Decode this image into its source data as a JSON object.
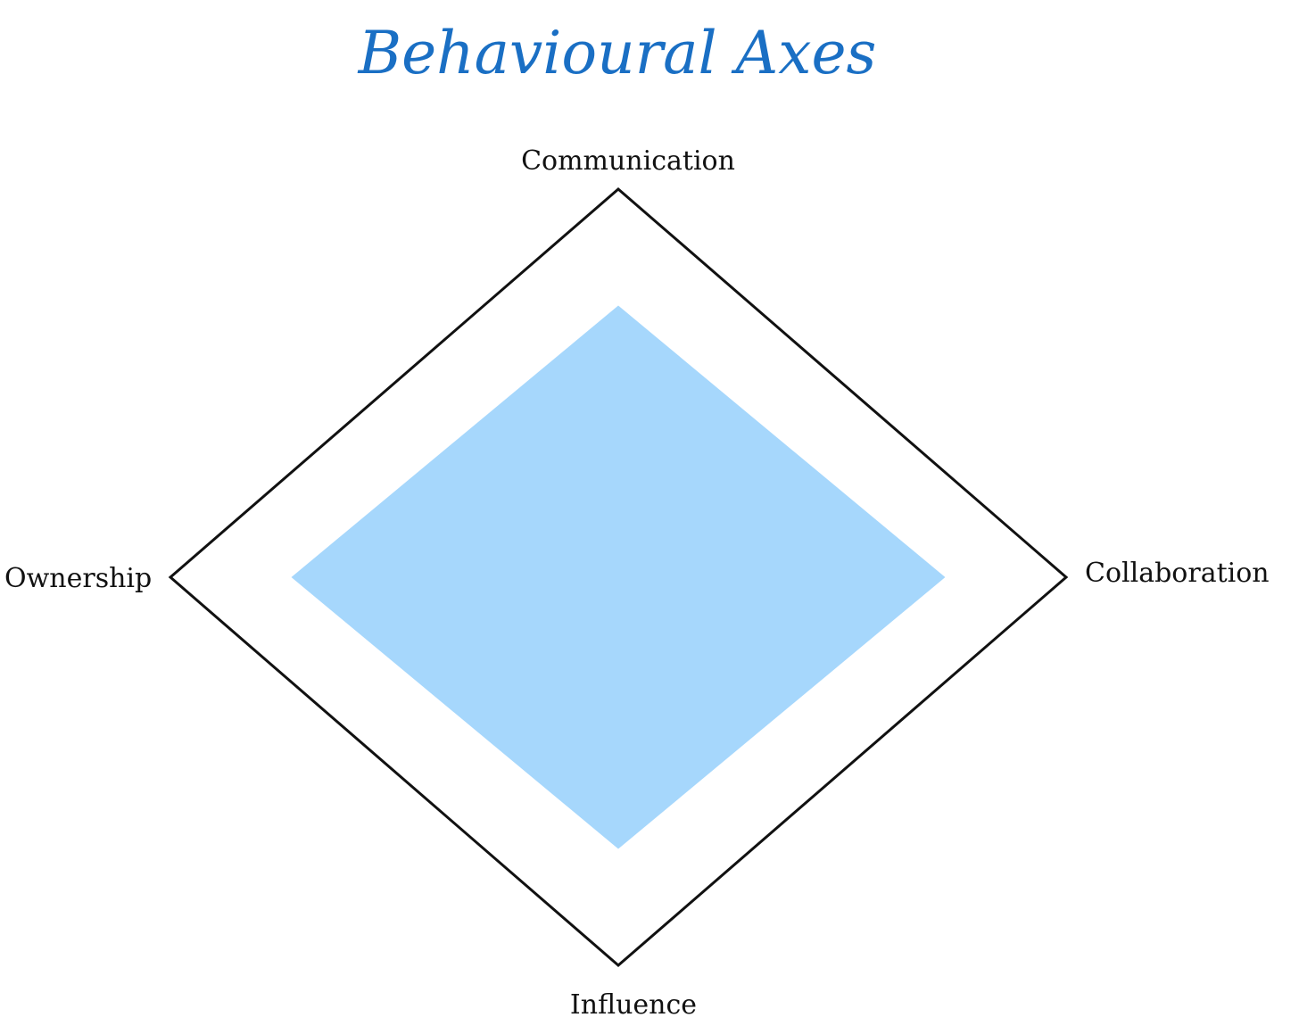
{
  "chart_data": {
    "type": "radar",
    "title": "Behavioural Axes",
    "axes": [
      "Communication",
      "Collaboration",
      "Influence",
      "Ownership"
    ],
    "range": [
      0,
      1
    ],
    "series": [
      {
        "values": [
          0.7,
          0.73,
          0.7,
          0.73
        ]
      }
    ],
    "fill_color": "#a6d7fc",
    "outline_color": "#111111",
    "title_color": "#1a6fc4"
  }
}
